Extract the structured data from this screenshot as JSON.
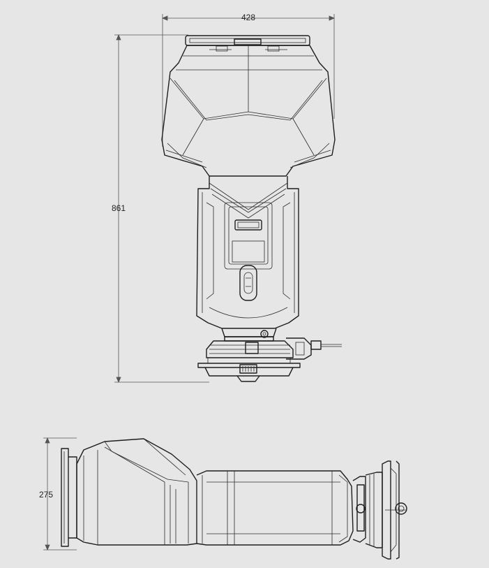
{
  "dimensions": {
    "front_width": "428",
    "front_height": "861",
    "side_height": "275"
  }
}
